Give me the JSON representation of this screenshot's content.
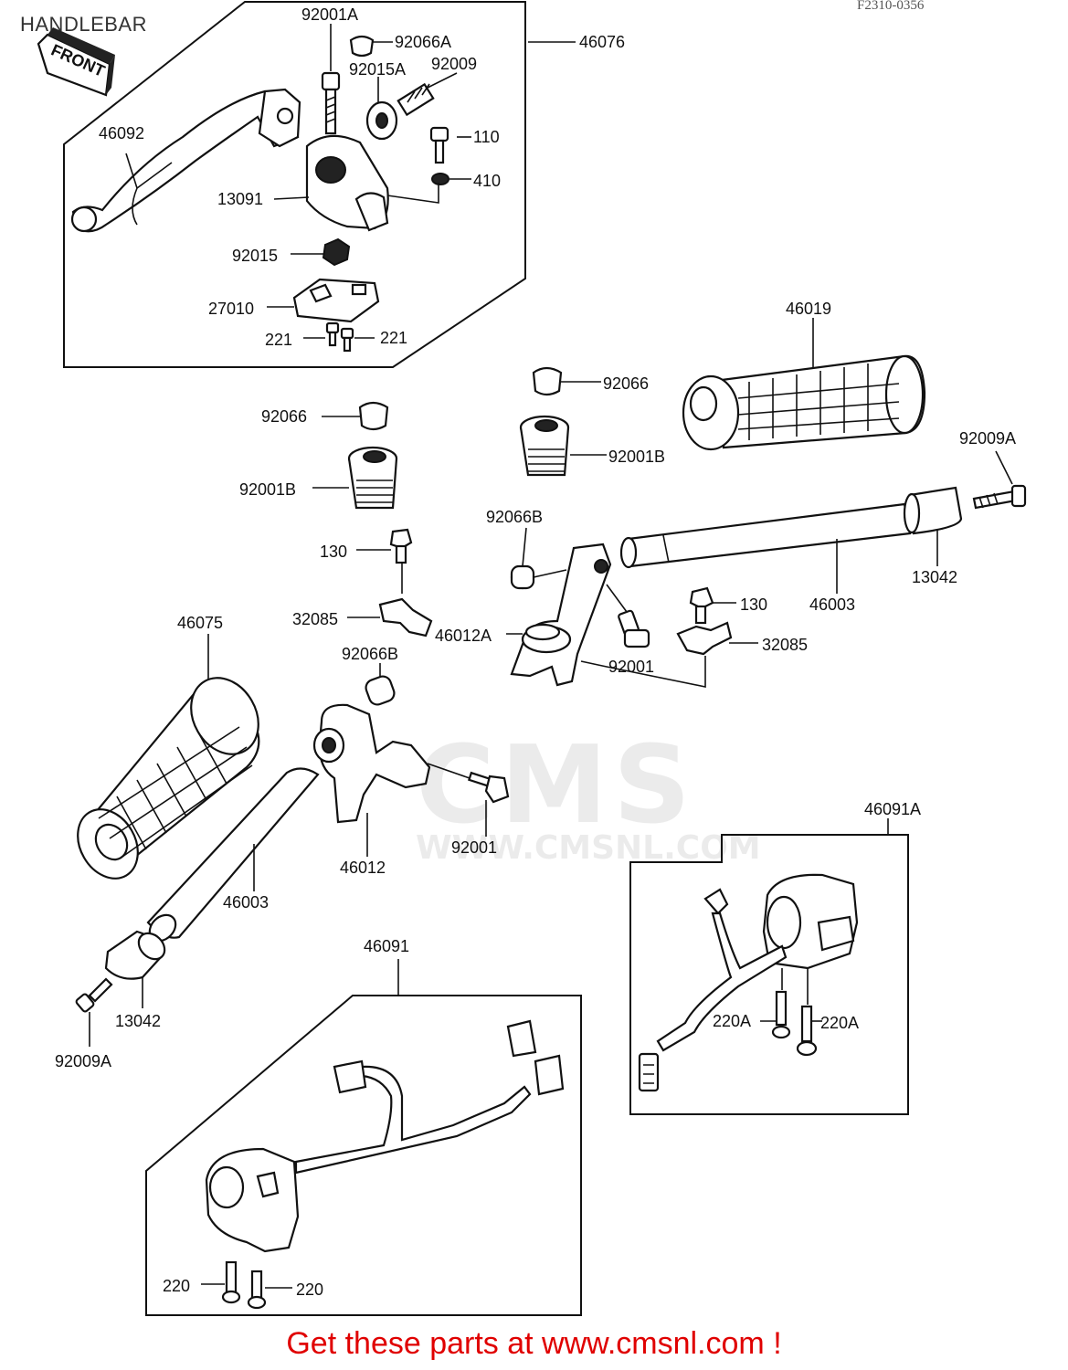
{
  "page_title": "HANDLEBAR",
  "ref_code": "F2310-0356",
  "front_arrow": "FRONT",
  "watermark_brand": "CMS",
  "watermark_url": "WWW.CMSNL.COM",
  "promo_text": "Get these parts at www.cmsnl.com !",
  "callouts": {
    "c92001A": "92001A",
    "c92066A": "92066A",
    "c92015A": "92015A",
    "c92009": "92009",
    "c46076": "46076",
    "c46092": "46092",
    "c110": "110",
    "c410": "410",
    "c13091": "13091",
    "c92015": "92015",
    "c27010": "27010",
    "c221a": "221",
    "c221b": "221",
    "c46019": "46019",
    "c92066a": "92066",
    "c92066b": "92066",
    "c92001Ba": "92001B",
    "c92001Bb": "92001B",
    "c92009Aa": "92009A",
    "c92066Ba": "92066B",
    "c130a": "130",
    "c13042a": "13042",
    "c46003a": "46003",
    "c32085a": "32085",
    "c46012A": "46012A",
    "c130b": "130",
    "c32085b": "32085",
    "c92001a": "92001",
    "c46075": "46075",
    "c92066Bb": "92066B",
    "c92001b": "92001",
    "c46012": "46012",
    "c46003b": "46003",
    "c46091A": "46091A",
    "c13042b": "13042",
    "c92009Ab": "92009A",
    "c46091": "46091",
    "c220Aa": "220A",
    "c220Ab": "220A",
    "c220a": "220",
    "c220b": "220"
  }
}
